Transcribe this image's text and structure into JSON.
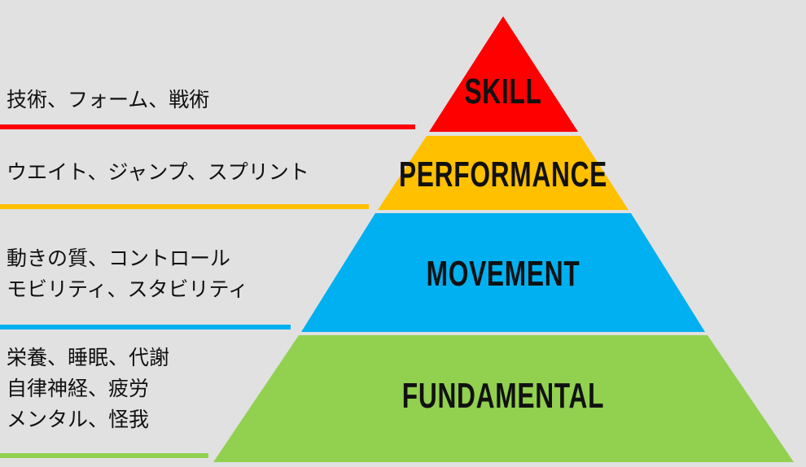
{
  "levels": [
    {
      "name": "SKILL",
      "description": [
        "技術、フォーム、戦術"
      ],
      "color": "#ff0000"
    },
    {
      "name": "PERFORMANCE",
      "description": [
        "ウエイト、ジャンプ、スプリント"
      ],
      "color": "#ffc000"
    },
    {
      "name": "MOVEMENT",
      "description": [
        "動きの質、コントロール",
        "モビリティ、スタビリティ"
      ],
      "color": "#00b0f0"
    },
    {
      "name": "FUNDAMENTAL",
      "description": [
        "栄養、睡眠、代謝",
        "自律神経、疲労",
        "メンタル、怪我"
      ],
      "color": "#92d050"
    }
  ]
}
